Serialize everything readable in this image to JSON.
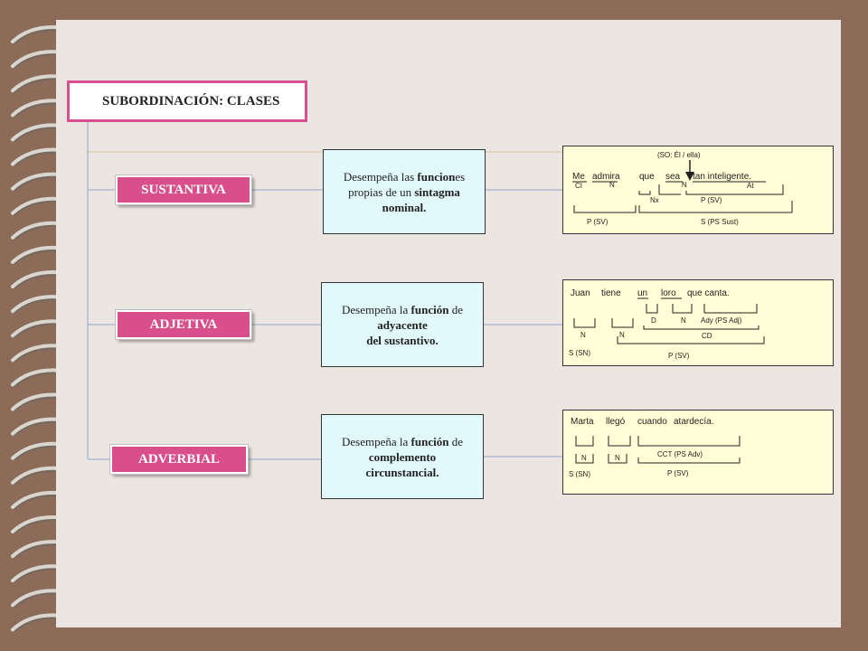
{
  "title": "SUBORDINACIÓN: CLASES",
  "rows": [
    {
      "category": "SUSTANTIVA",
      "desc": [
        {
          "text": "Desempeña las ",
          "bold": false
        },
        {
          "text": "funcion",
          "bold": true
        },
        {
          "text": "es",
          "bold": false
        },
        {
          "text": "propias de un ",
          "bold": false,
          "br": true
        },
        {
          "text": "sintagma",
          "bold": true
        },
        {
          "text": "nominal.",
          "bold": true,
          "br": true
        }
      ],
      "example": {
        "note": "(SO: Él / ella)",
        "words": [
          "Me",
          "admira",
          "que",
          "sea",
          "tan inteligente."
        ],
        "labels": [
          "CI",
          "N",
          "N",
          "At",
          "Nx",
          "P (SV)",
          "P (SV)",
          "S (PS Sust)"
        ]
      }
    },
    {
      "category": "ADJETIVA",
      "desc": [
        {
          "text": "Desempeña la ",
          "bold": false
        },
        {
          "text": "función",
          "bold": true
        },
        {
          "text": " de",
          "bold": false
        },
        {
          "text": "adyacente",
          "bold": true,
          "br": true
        },
        {
          "text": "del sustantivo.",
          "bold": true,
          "br": true
        }
      ],
      "example": {
        "words": [
          "Juan",
          "tiene",
          "un",
          "loro",
          "que canta."
        ],
        "labels": [
          "D",
          "N",
          "Ady (PS Adj)",
          "N",
          "N",
          "CD",
          "S (SN)",
          "P (SV)"
        ]
      }
    },
    {
      "category": "ADVERBIAL",
      "desc": [
        {
          "text": "Desempeña la ",
          "bold": false
        },
        {
          "text": "función",
          "bold": true
        },
        {
          "text": " de",
          "bold": false
        },
        {
          "text": "complemento",
          "bold": true,
          "br": true
        },
        {
          "text": "circunstancial.",
          "bold": true,
          "br": true
        }
      ],
      "example": {
        "words": [
          "Marta",
          "llegó",
          "cuando",
          "atardecía."
        ],
        "labels": [
          "N",
          "N",
          "CCT (PS Adv)",
          "S (SN)",
          "P (SV)"
        ]
      }
    }
  ]
}
